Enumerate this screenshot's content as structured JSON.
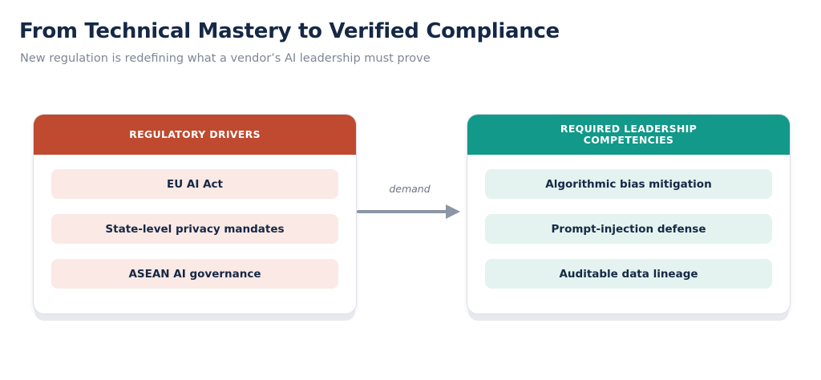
{
  "header": {
    "title": "From Technical Mastery to Verified Compliance",
    "subtitle": "New regulation is redefining what a vendor’s AI leadership must prove"
  },
  "left_panel": {
    "title": "REGULATORY DRIVERS",
    "color": "#bf4a2f",
    "items": [
      "EU AI Act",
      "State-level privacy mandates",
      "ASEAN AI governance"
    ]
  },
  "connector": {
    "label": "demand"
  },
  "right_panel": {
    "title": "REQUIRED LEADERSHIP COMPETENCIES",
    "color": "#12998a",
    "items": [
      "Algorithmic bias mitigation",
      "Prompt-injection defense",
      "Auditable data lineage"
    ]
  }
}
